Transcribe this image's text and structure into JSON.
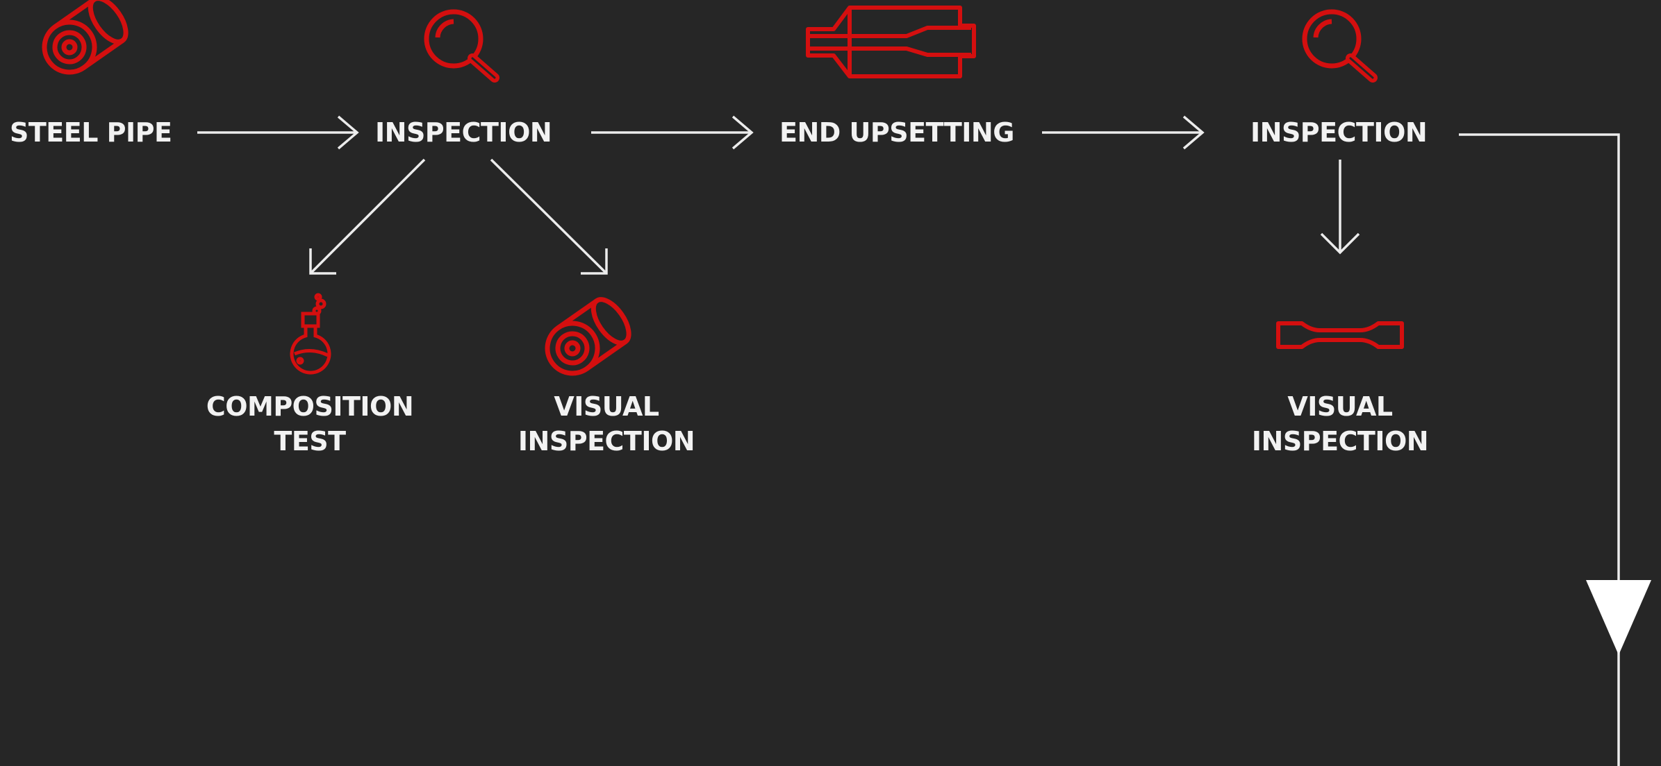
{
  "colors": {
    "background": "#262626",
    "icon": "#d40f0f",
    "line": "#ececec",
    "text": "#f2f2f2"
  },
  "flow": {
    "steel_pipe": {
      "label": "STEEL PIPE",
      "icon": "pipe-icon"
    },
    "inspection_1": {
      "label": "INSPECTION",
      "icon": "magnifier-icon"
    },
    "end_upsetting": {
      "label": "END UPSETTING",
      "icon": "upset-pipe-icon"
    },
    "inspection_2": {
      "label": "INSPECTION",
      "icon": "magnifier-icon"
    }
  },
  "branches": {
    "composition_test": {
      "line1": "COMPOSITION",
      "line2": "TEST",
      "icon": "flask-icon"
    },
    "visual_inspection_1": {
      "line1": "VISUAL",
      "line2": "INSPECTION",
      "icon": "pipe-icon"
    },
    "visual_inspection_2": {
      "line1": "VISUAL",
      "line2": "INSPECTION",
      "icon": "tensile-specimen-icon"
    }
  }
}
